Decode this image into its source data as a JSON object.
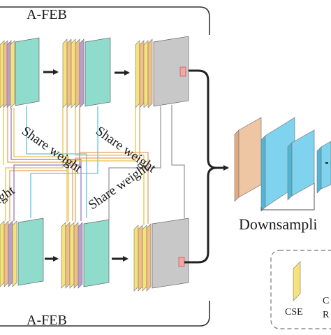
{
  "labels": {
    "top_block": "A-FEB",
    "bottom_block": "A-FEB",
    "share_weight": "Share weight",
    "share_weight_partial": "ight",
    "downsampling": "Downsampli",
    "legend_cse": "CSE",
    "legend_c_partial": "C",
    "legend_r_partial": "R"
  },
  "colors": {
    "cse_yellow": "#f7e27a",
    "orange_layer": "#f0bf86",
    "purple_layer": "#b9a0cc",
    "teal": "#8fdccd",
    "gray": "#c8c8c8",
    "pink": "#f4a6a6",
    "tan_block": "#efc6a4",
    "blue_block": "#7fd3ee"
  }
}
